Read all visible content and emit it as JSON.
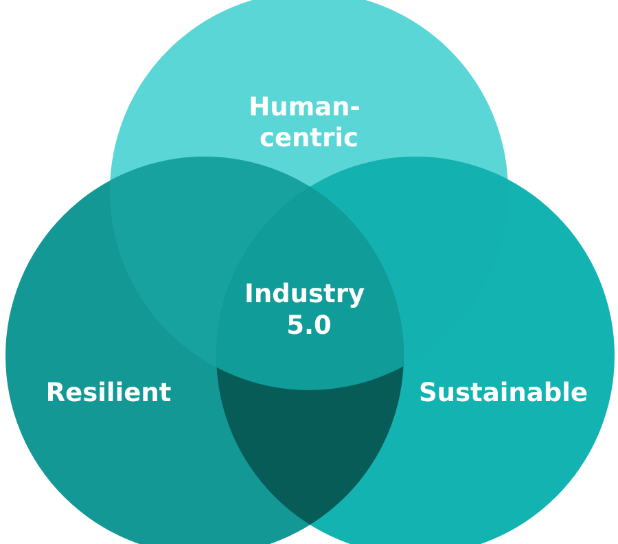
{
  "venn": {
    "circles": [
      {
        "id": "human-centric",
        "label_lines": [
          "Human-",
          "centric"
        ],
        "color": "#5ad6d6"
      },
      {
        "id": "resilient",
        "label_lines": [
          "Resilient"
        ],
        "color": "#139895"
      },
      {
        "id": "sustainable",
        "label_lines": [
          "Sustainable"
        ],
        "color": "#13b3b2"
      }
    ],
    "center": {
      "label_lines": [
        "Industry",
        "5.0"
      ]
    },
    "overlap_colors": {
      "human_resilient": "#17a2a0",
      "human_sustainable": "#13b2b0",
      "resilient_sustainable": "#075c58",
      "all_three": "#109c99"
    }
  }
}
